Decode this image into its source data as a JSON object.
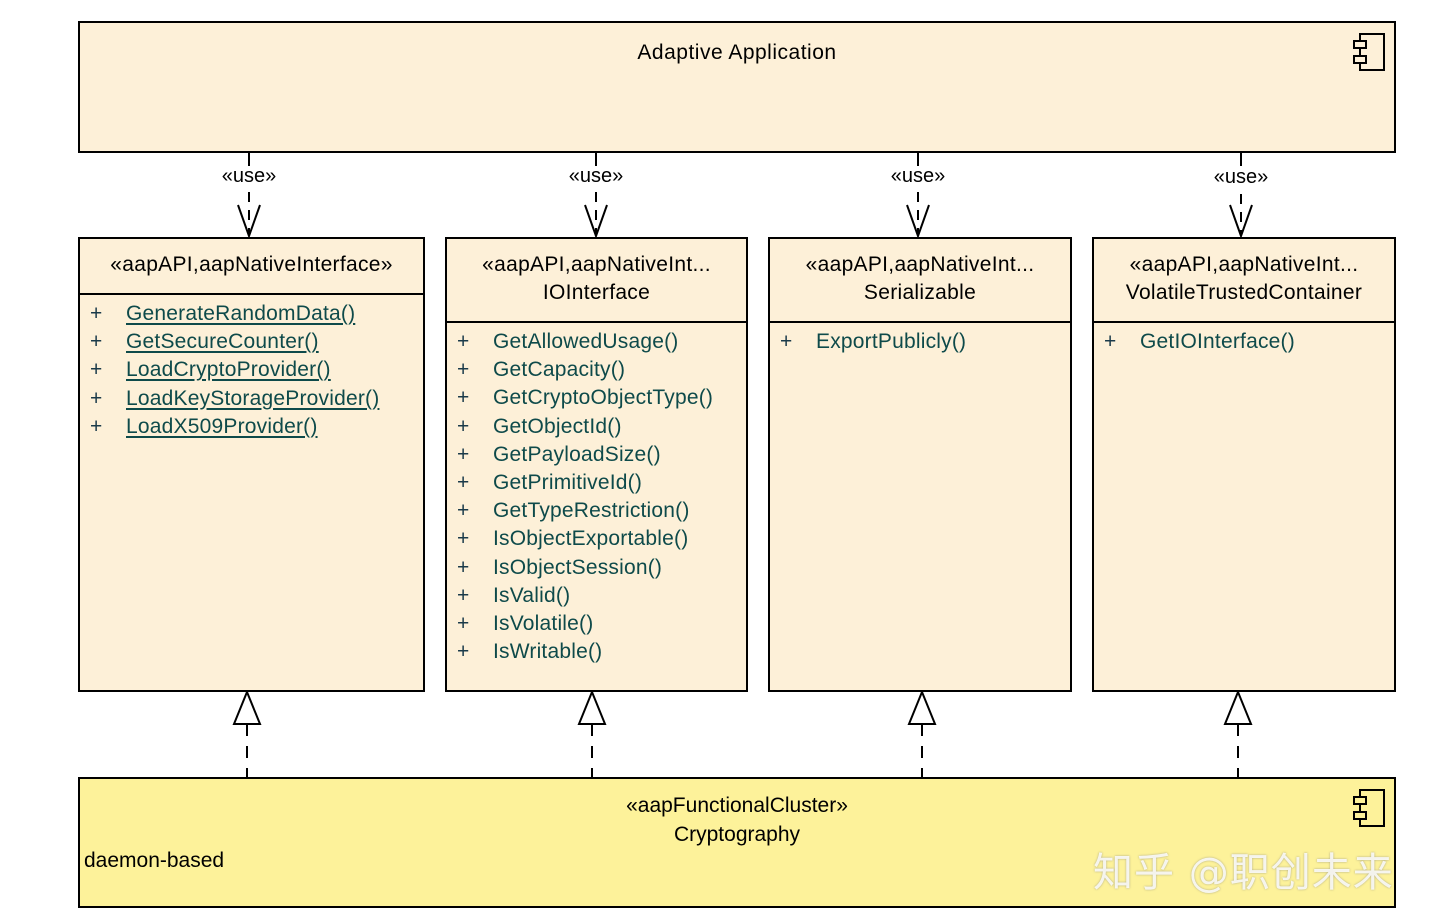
{
  "adaptive_application": {
    "title": "Adaptive Application"
  },
  "use_label": "«use»",
  "interfaces": [
    {
      "stereotype": "«aapAPI,aapNativeInterface»",
      "name": "",
      "operations": [
        "GenerateRandomData()",
        "GetSecureCounter()",
        "LoadCryptoProvider()",
        "LoadKeyStorageProvider()",
        "LoadX509Provider()"
      ]
    },
    {
      "stereotype": "«aapAPI,aapNativeInt...",
      "name": "IOInterface",
      "operations": [
        "GetAllowedUsage()",
        "GetCapacity()",
        "GetCryptoObjectType()",
        "GetObjectId()",
        "GetPayloadSize()",
        "GetPrimitiveId()",
        "GetTypeRestriction()",
        "IsObjectExportable()",
        "IsObjectSession()",
        "IsValid()",
        "IsVolatile()",
        "IsWritable()"
      ]
    },
    {
      "stereotype": "«aapAPI,aapNativeInt...",
      "name": "Serializable",
      "operations": [
        "ExportPublicly()"
      ]
    },
    {
      "stereotype": "«aapAPI,aapNativeInt...",
      "name": "VolatileTrustedContainer",
      "operations": [
        "GetIOInterface()"
      ]
    }
  ],
  "functional_cluster": {
    "stereotype": "«aapFunctionalCluster»",
    "name": "Cryptography",
    "note": "daemon-based"
  },
  "watermark": "知乎 @职创未来",
  "colors": {
    "interface_fill": "#fdf0d8",
    "cluster_fill": "#fdf29a",
    "operation_text": "#0e4a4a",
    "line": "#000000"
  }
}
